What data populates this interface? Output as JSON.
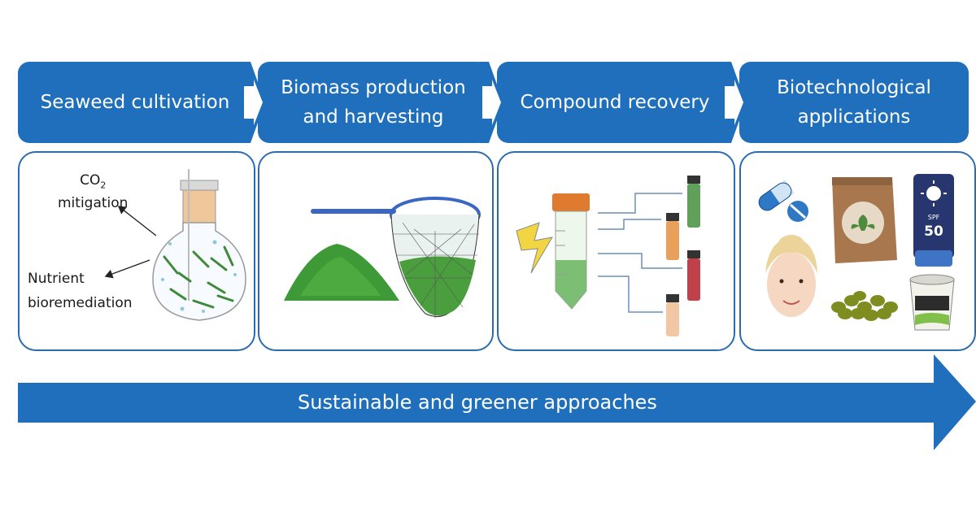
{
  "stages": [
    {
      "title": "Seaweed cultivation"
    },
    {
      "title": "Biomass production\nand harvesting"
    },
    {
      "title": "Compound recovery"
    },
    {
      "title": "Biotechnological\napplications"
    }
  ],
  "cultivation": {
    "co2_label": "CO",
    "co2_subscript": "2",
    "co2_label_suffix": "mitigation",
    "nutrient_label_line1": "Nutrient",
    "nutrient_label_line2": "bioremediation"
  },
  "applications": {
    "spf_label": "SPF",
    "spf_value": "50"
  },
  "bottom_arrow": {
    "label": "Sustainable and greener approaches"
  },
  "colors": {
    "accent": "#1f6fbd",
    "panel_border": "#2b6cb0"
  }
}
